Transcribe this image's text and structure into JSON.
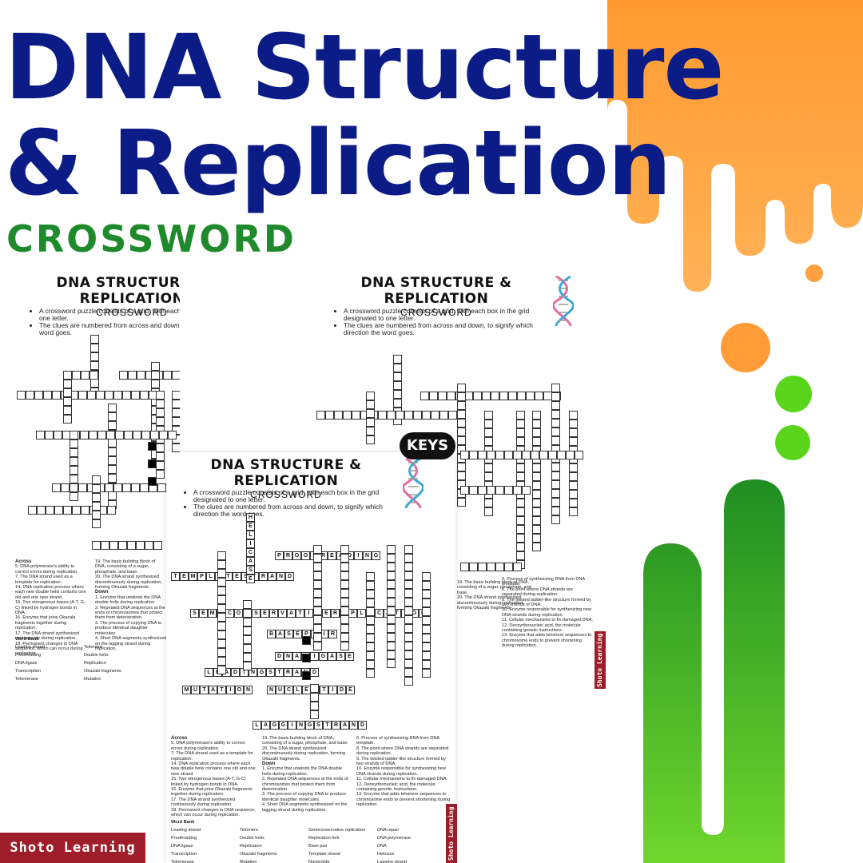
{
  "page": {
    "title_line1": "DNA Structure",
    "title_line2": "& Replication",
    "subtitle": "CROSSWORD",
    "brand": "Shoto Learning",
    "keys_label": "KEYS"
  },
  "colors": {
    "title": "#0b1c86",
    "subtitle": "#1f8a2b",
    "orange": "#ff9d3c",
    "green": "#3db82a",
    "brand_bg": "#9d1d2b"
  },
  "worksheet": {
    "title": "DNA STRUCTURE & REPLICATION",
    "subtitle": "CROSSWORD",
    "bullets": [
      "A crossword puzzle consists of a grid, with each box in the grid designated to one letter.",
      "The clues are numbered from across and down, to signify which direction the word goes."
    ],
    "across_heading": "Across",
    "across": [
      "5. DNA polymerase's ability to correct errors during replication.",
      "7. The DNA strand used as a template for replication.",
      "14. DNA replication process where each new double helix contains one old and one new strand.",
      "15. Two nitrogenous bases (A-T, G-C) linked by hydrogen bonds in DNA.",
      "16. Enzyme that joins Okazaki fragments together during replication.",
      "17. The DNA strand synthesized continuously during replication.",
      "18. Permanent changes in DNA sequence, which can occur during replication.",
      "19. The basic building block of DNA, consisting of a sugar, phosphate, and base.",
      "20. The DNA strand synthesized discontinuously during replication, forming Okazaki fragments."
    ],
    "down_heading": "Down",
    "down": [
      "1. Enzyme that unwinds the DNA double helix during replication.",
      "2. Repeated DNA sequences at the ends of chromosomes that protect them from deterioration.",
      "3. The process of copying DNA to produce identical daughter molecules.",
      "4. Short DNA segments synthesized on the lagging strand during replication.",
      "6. Process of synthesizing RNA from DNA template.",
      "8. The point where DNA strands are separated during replication.",
      "9. The twisted ladder-like structure formed by two strands of DNA.",
      "10. Enzyme responsible for synthesizing new DNA strands during replication.",
      "11. Cellular mechanisms to fix damaged DNA.",
      "12. Deoxyribonucleic acid, the molecule containing genetic instructions.",
      "13. Enzyme that adds telomere sequences to chromosome ends to prevent shortening during replication."
    ],
    "word_bank_heading": "Word Bank",
    "word_bank": [
      "Leading strand",
      "Telomere",
      "Semiconservative replication",
      "DNA repair",
      "Proofreading",
      "Double helix",
      "Replication fork",
      "DNA polymerase",
      "DNA ligase",
      "Replication",
      "Base pair",
      "DNA",
      "Transcription",
      "Okazaki fragments",
      "Template strand",
      "Helicase",
      "Telomerase",
      "Mutation",
      "Nucleotide",
      "Lagging strand"
    ]
  },
  "answers": {
    "proofreading": "PROOFREADING",
    "template": "TEMPLATESTRAND",
    "semiconservative": "SEMICONSERVATIVEREPLICATION",
    "basepair": "BASEPAIR",
    "dnaligase": "DNALIGASE",
    "leading": "LEADINGSTRAND",
    "mutation": "MUTATION",
    "nucleotide": "NUCLEOTIDE",
    "lagging": "LAGGINGSTRAND",
    "helicase": "HELICASE"
  }
}
